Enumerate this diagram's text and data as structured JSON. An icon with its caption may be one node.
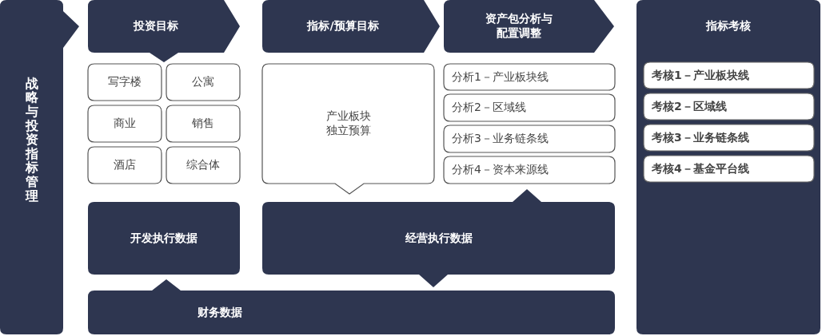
{
  "diagram": {
    "nodes": [
      {
        "text": [
          "战略与投资指标管理"
        ]
      },
      {
        "text": [
          "投资目标"
        ]
      },
      {
        "text": [
          "写字楼"
        ]
      },
      {
        "text": [
          "公寓"
        ]
      },
      {
        "text": [
          "商业"
        ]
      },
      {
        "text": [
          "销售"
        ]
      },
      {
        "text": [
          "酒店"
        ]
      },
      {
        "text": [
          "综合体"
        ]
      },
      {
        "text": [
          "指标/预算目标"
        ]
      },
      {
        "text": [
          "产业板块独立预算"
        ]
      },
      {
        "text": [
          "资产包分析与配置调整"
        ]
      },
      {
        "text": [
          "分析1－产业板块线"
        ]
      },
      {
        "text": [
          "分析2－区域线"
        ]
      },
      {
        "text": [
          "分析3－业务链条线"
        ]
      },
      {
        "text": [
          "分析4－资本来源线"
        ]
      },
      {
        "text": [
          "指标考核"
        ]
      },
      {
        "text": [
          "考核1－产业板块线"
        ],
        "in": 15
      },
      {
        "text": [
          "考核2－区域线"
        ],
        "in": 15
      },
      {
        "text": [
          "考核3－业务链条线"
        ],
        "in": 15
      },
      {
        "text": [
          "考核4－基金平台线"
        ],
        "in": 15
      },
      {
        "text": [
          "开发执行数据"
        ]
      },
      {
        "text": [
          "经营执行数据"
        ]
      },
      {
        "text": [
          "财务数据"
        ]
      }
    ]
  }
}
